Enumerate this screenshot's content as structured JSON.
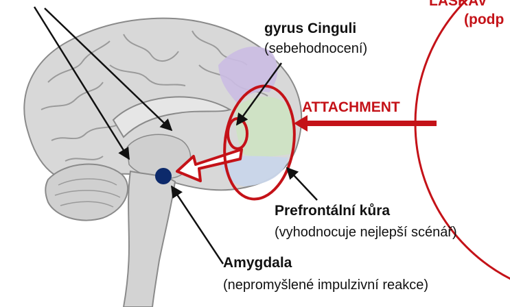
{
  "labels": {
    "cingulate_title": "gyrus Cinguli",
    "cingulate_desc": "(sebehodnocení)",
    "attachment": "ATTACHMENT",
    "prefrontal_title": "Prefrontální kůra",
    "prefrontal_desc": "(vyhodnocuje nejlepší scénář)",
    "amygdala_title": "Amygdala",
    "amygdala_desc": "(nepromyšlené impulzivní reakce)",
    "kindness_line1": "LASKAV",
    "kindness_line2": "(podp"
  },
  "colors": {
    "accent_red": "#c41218",
    "amygdala_blue": "#0d2a6b",
    "cingulate_purple": "#cbbde3",
    "prefrontal_green": "#cfe3c4",
    "orbital_blue": "#c9d6ea",
    "brain_gray": "#d9d9d9"
  }
}
